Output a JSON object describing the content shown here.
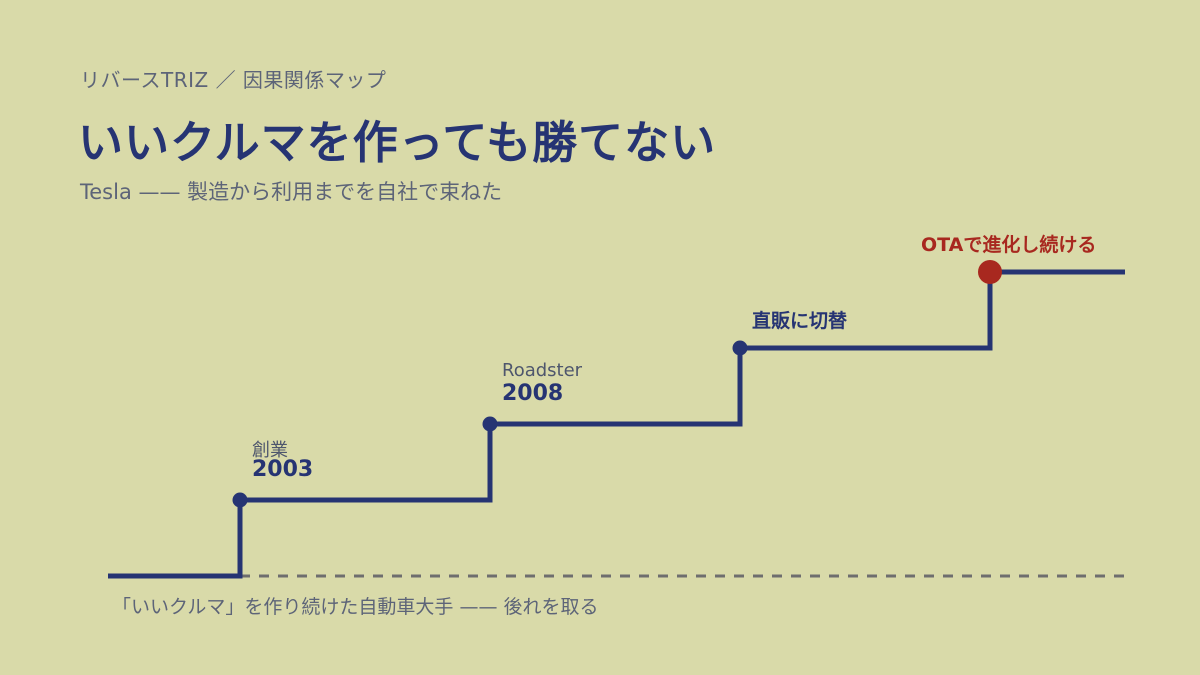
{
  "header": {
    "eyebrow": "リバースTRIZ ／ 因果関係マップ",
    "title": "いいクルマを作っても勝てない",
    "subtitle": "Tesla —— 製造から利用までを自社で束ねた"
  },
  "steps": [
    {
      "caption": "創業",
      "year": "2003"
    },
    {
      "caption": "Roadster",
      "year": "2008"
    },
    {
      "label": "直販に切替"
    },
    {
      "label": "OTAで進化し続ける"
    }
  ],
  "baseline_note": "「いいクルマ」を作り続けた自動車大手 —— 後れを取る",
  "colors": {
    "background": "#d9daa9",
    "primary": "#263473",
    "accent": "#a8281f",
    "muted": "#5d6478",
    "dashed": "#6e6e6e"
  }
}
